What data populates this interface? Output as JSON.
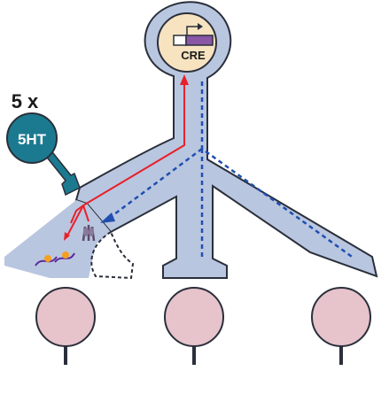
{
  "labels": {
    "repetitions": "5 x",
    "serotonin": "5HT",
    "promoter": "CRE"
  },
  "colors": {
    "neuron_fill": "#b9c6e0",
    "neuron_stroke": "#2a2f3a",
    "nucleus_fill": "#f7e3c0",
    "target_fill": "#e7c3cb",
    "synapse_fill": "#1c7a90",
    "retrograde_signal": "#e8202a",
    "anterograde_signal": "#1f4fb0",
    "gene_box": "#8a56a6",
    "protein_orange": "#f4a020",
    "protein_purple": "#5a2a9a"
  }
}
